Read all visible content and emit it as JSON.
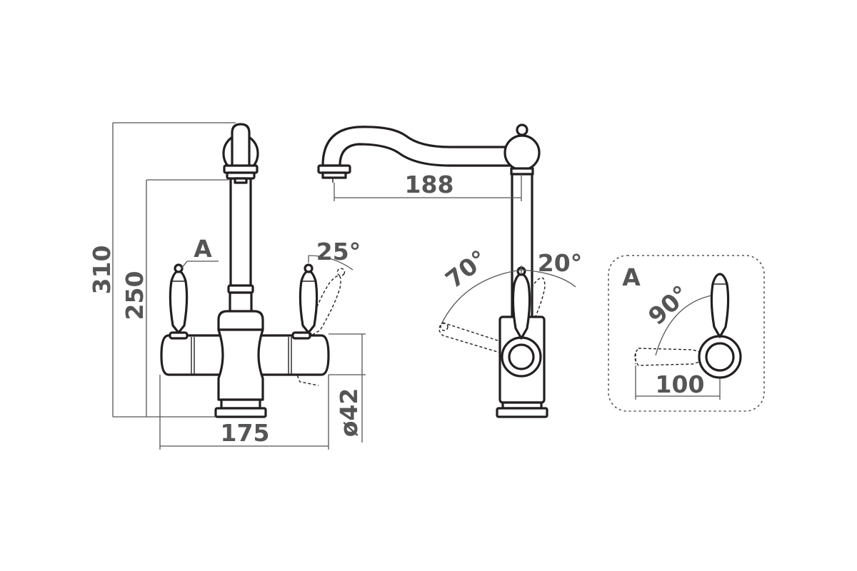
{
  "dimensions": {
    "total_height": "310",
    "handle_height": "250",
    "total_width": "175",
    "diameter": "ø42",
    "spout_reach": "188",
    "side_width": "100"
  },
  "angles": {
    "front_handle_rotation": "25°",
    "side_back": "70°",
    "side_forward": "20°",
    "detail_rotation": "90°"
  },
  "labels": {
    "detail_marker": "A",
    "detail_title": "A"
  }
}
